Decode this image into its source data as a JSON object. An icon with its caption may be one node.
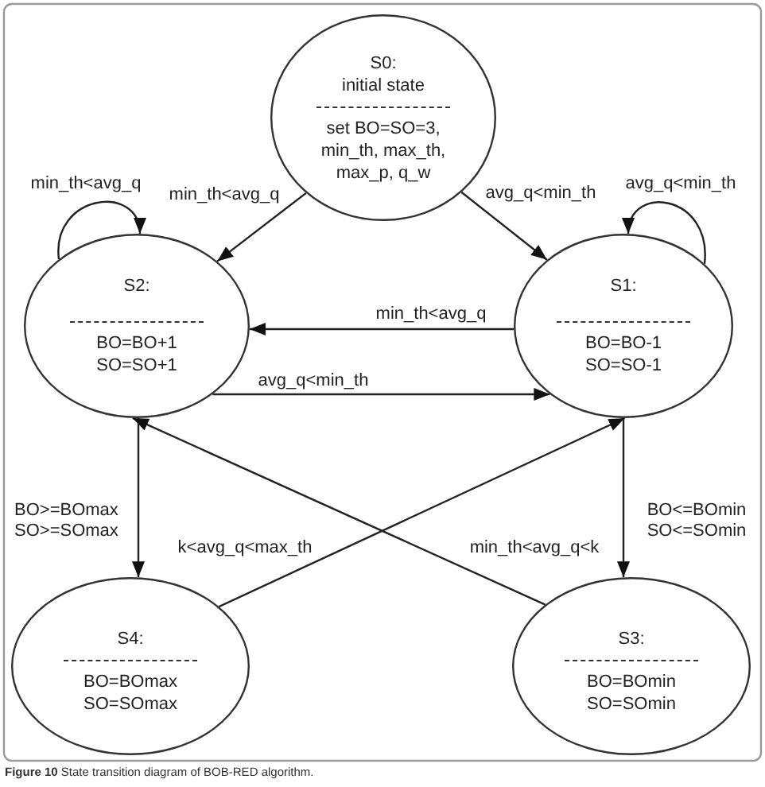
{
  "diagram": {
    "caption": "**Figure 10** State transition diagram of BOB-RED algorithm.",
    "nodes": [
      {
        "text": [
          "S0:",
          "initial state",
          "set BO=SO=3, min_th, max_th, max_p, q_w"
        ]
      },
      {
        "text": [
          "S2:",
          "BO=BO+1 SO=SO+1"
        ]
      },
      {
        "text": [
          "S1:",
          "BO=BO-1 SO=SO-1"
        ]
      },
      {
        "text": [
          "S4:",
          "BO=BOmax SO=SOmax"
        ]
      },
      {
        "text": [
          "S3:",
          "BO=BOmin SO=SOmin"
        ]
      }
    ],
    "edges": [
      {
        "from": 0,
        "to": 1,
        "arrow": "to",
        "label": "min_th<avg_q"
      },
      {
        "from": 0,
        "to": 2,
        "arrow": "to",
        "label": "avg_q<min_th"
      },
      {
        "from": 1,
        "to": 1,
        "arrow": "to",
        "label": "min_th<avg_q"
      },
      {
        "from": 2,
        "to": 2,
        "arrow": "to",
        "label": "avg_q<min_th"
      },
      {
        "from": 2,
        "to": 1,
        "arrow": "to",
        "label": "min_th<avg_q"
      },
      {
        "from": 1,
        "to": 2,
        "arrow": "to",
        "label": "avg_q<min_th"
      },
      {
        "from": 1,
        "to": 3,
        "arrow": "to",
        "label": "BO>=BOmax SO>=SOmax"
      },
      {
        "from": 2,
        "to": 4,
        "arrow": "to",
        "label": "BO<=BOmin SO<=SOmin"
      },
      {
        "from": 3,
        "to": 2,
        "arrow": "to",
        "label": "k<avg_q<max_th"
      },
      {
        "from": 4,
        "to": 1,
        "arrow": "to",
        "label": "min_th<avg_q<k"
      }
    ]
  }
}
